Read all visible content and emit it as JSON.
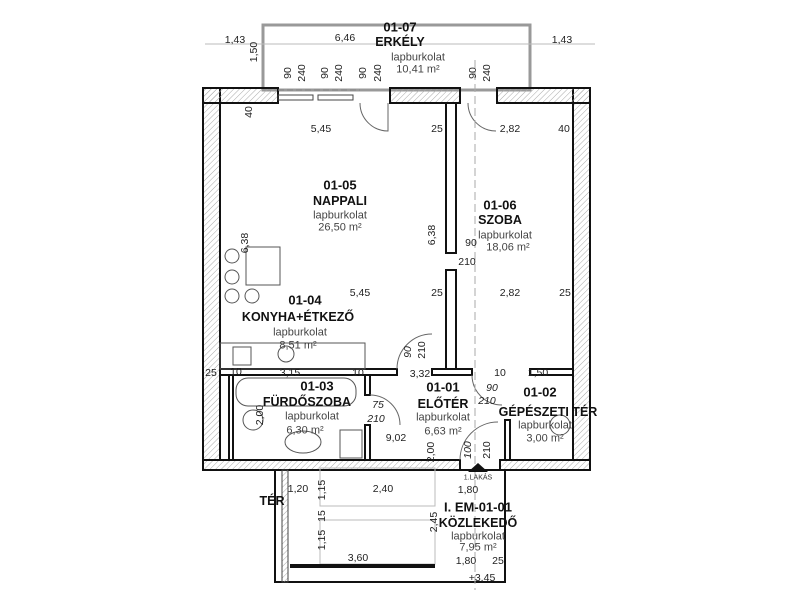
{
  "rooms": {
    "balcony": {
      "code": "01-07",
      "name": "ERKÉLY",
      "finish": "lapburkolat",
      "area": "10,41 m²"
    },
    "living": {
      "code": "01-05",
      "name": "NAPPALI",
      "finish": "lapburkolat",
      "area": "26,50 m²"
    },
    "bedroom": {
      "code": "01-06",
      "name": "SZOBA",
      "finish": "lapburkolat",
      "area": "18,06 m²"
    },
    "kitchen": {
      "code": "01-04",
      "name": "KONYHA+ÉTKEZŐ",
      "finish": "lapburkolat",
      "area": "8,51 m²"
    },
    "bathroom": {
      "code": "01-03",
      "name": "FÜRDŐSZOBA",
      "finish": "lapburkolat",
      "area": "6,30 m²"
    },
    "hall": {
      "code": "01-01",
      "name": "ELŐTÉR",
      "finish": "lapburkolat",
      "area": "6,63 m²"
    },
    "utility": {
      "code": "01-02",
      "name": "GÉPÉSZETI TÉR",
      "finish": "lapburkolat",
      "area": "3,00 m²"
    },
    "corridor": {
      "code": "I. EM-01-01",
      "name": "KÖZLEKEDŐ",
      "finish": "lapburkolat",
      "area": "7,95 m²"
    },
    "partial_left": {
      "name": "TÉR"
    }
  },
  "entrance_label": "1.LAKÁS",
  "level": "+3,45",
  "dims": {
    "balc_left": "1,43",
    "balc_width": "6,46",
    "balc_right": "1,43",
    "balc_depth": "1,50",
    "win": [
      "90",
      "240"
    ],
    "wall40": "40",
    "living_w": "5,45",
    "wall25": "25",
    "bed_w": "2,82",
    "height": "6,38",
    "door90": "90",
    "door210": "210",
    "door75": "75",
    "door100": "100",
    "wall10": "10",
    "bath_w": "3,15",
    "hall_w": "3,32",
    "util_w": "1,50",
    "bath_h": "2,00",
    "hall_len": "9,02",
    "stair_w": "2,40",
    "stair_landing": "1,20",
    "stair_flight": "1,15",
    "corr_w": "1,80",
    "stair_len": "3,60",
    "corr_h": "2,45",
    "wall15": "15"
  },
  "colors": {
    "wall": "#111111",
    "hatch": "#9a9a9a",
    "dashed": "#888888"
  }
}
